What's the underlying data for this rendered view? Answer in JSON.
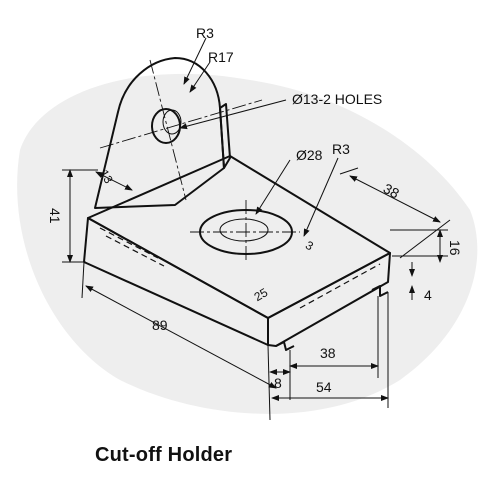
{
  "caption": "Cut-off Holder",
  "labels": {
    "r3_top": "R3",
    "r17": "R17",
    "holes": "Ø13-2 HOLES",
    "d28": "Ø28",
    "r3_mid": "R3",
    "d38_top": "38",
    "d16": "16",
    "d4": "4",
    "d41": "41",
    "d13": "13",
    "d89": "89",
    "d38_bottom": "38",
    "d54": "54",
    "d8": "8",
    "d3": "3",
    "d25": "25"
  },
  "colors": {
    "ink": "#111111",
    "stipple": "#8a8a8a",
    "paper": "#ffffff"
  }
}
